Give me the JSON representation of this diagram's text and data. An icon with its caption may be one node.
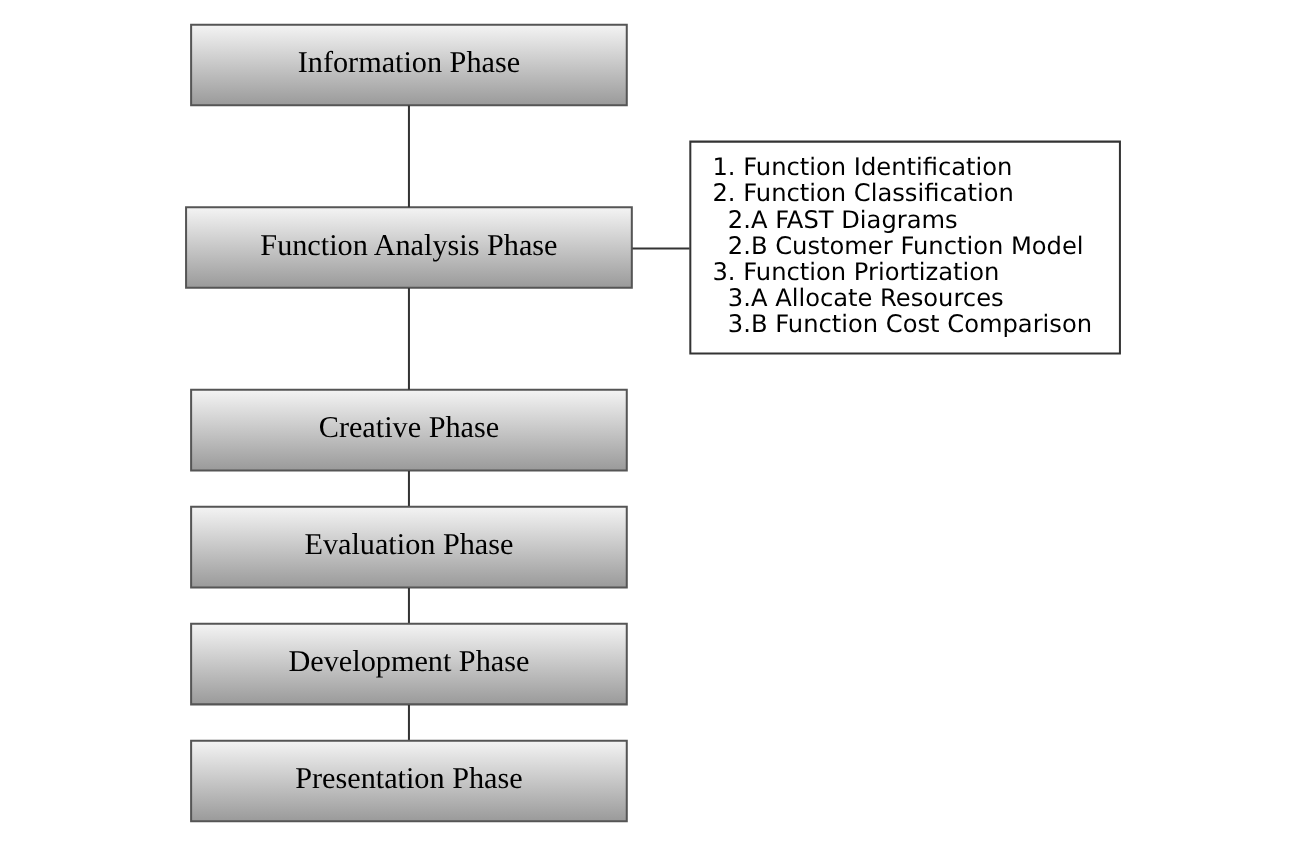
{
  "diagram": {
    "nodes": [
      {
        "text": [
          "Information Phase"
        ]
      },
      {
        "text": [
          "Function Analysis Phase"
        ]
      },
      {
        "text": [
          "Creative Phase"
        ]
      },
      {
        "text": [
          "Evaluation Phase"
        ]
      },
      {
        "text": [
          "Development Phase"
        ]
      },
      {
        "text": [
          "Presentation Phase"
        ]
      },
      {
        "text": [
          "1. Function Identification",
          "2. Function Classification",
          "2.A FAST Diagrams",
          "2.B Customer Function Model",
          "3. Function Priortization",
          "3.A Allocate Resources",
          "3.B Function Cost Comparison"
        ]
      }
    ],
    "edges": [
      {
        "from": 0,
        "to": 1,
        "arrow": "none"
      },
      {
        "from": 1,
        "to": 2,
        "arrow": "none"
      },
      {
        "from": 2,
        "to": 3,
        "arrow": "none"
      },
      {
        "from": 3,
        "to": 4,
        "arrow": "none"
      },
      {
        "from": 4,
        "to": 5,
        "arrow": "none"
      },
      {
        "from": 1,
        "to": 6,
        "arrow": "none"
      }
    ]
  }
}
